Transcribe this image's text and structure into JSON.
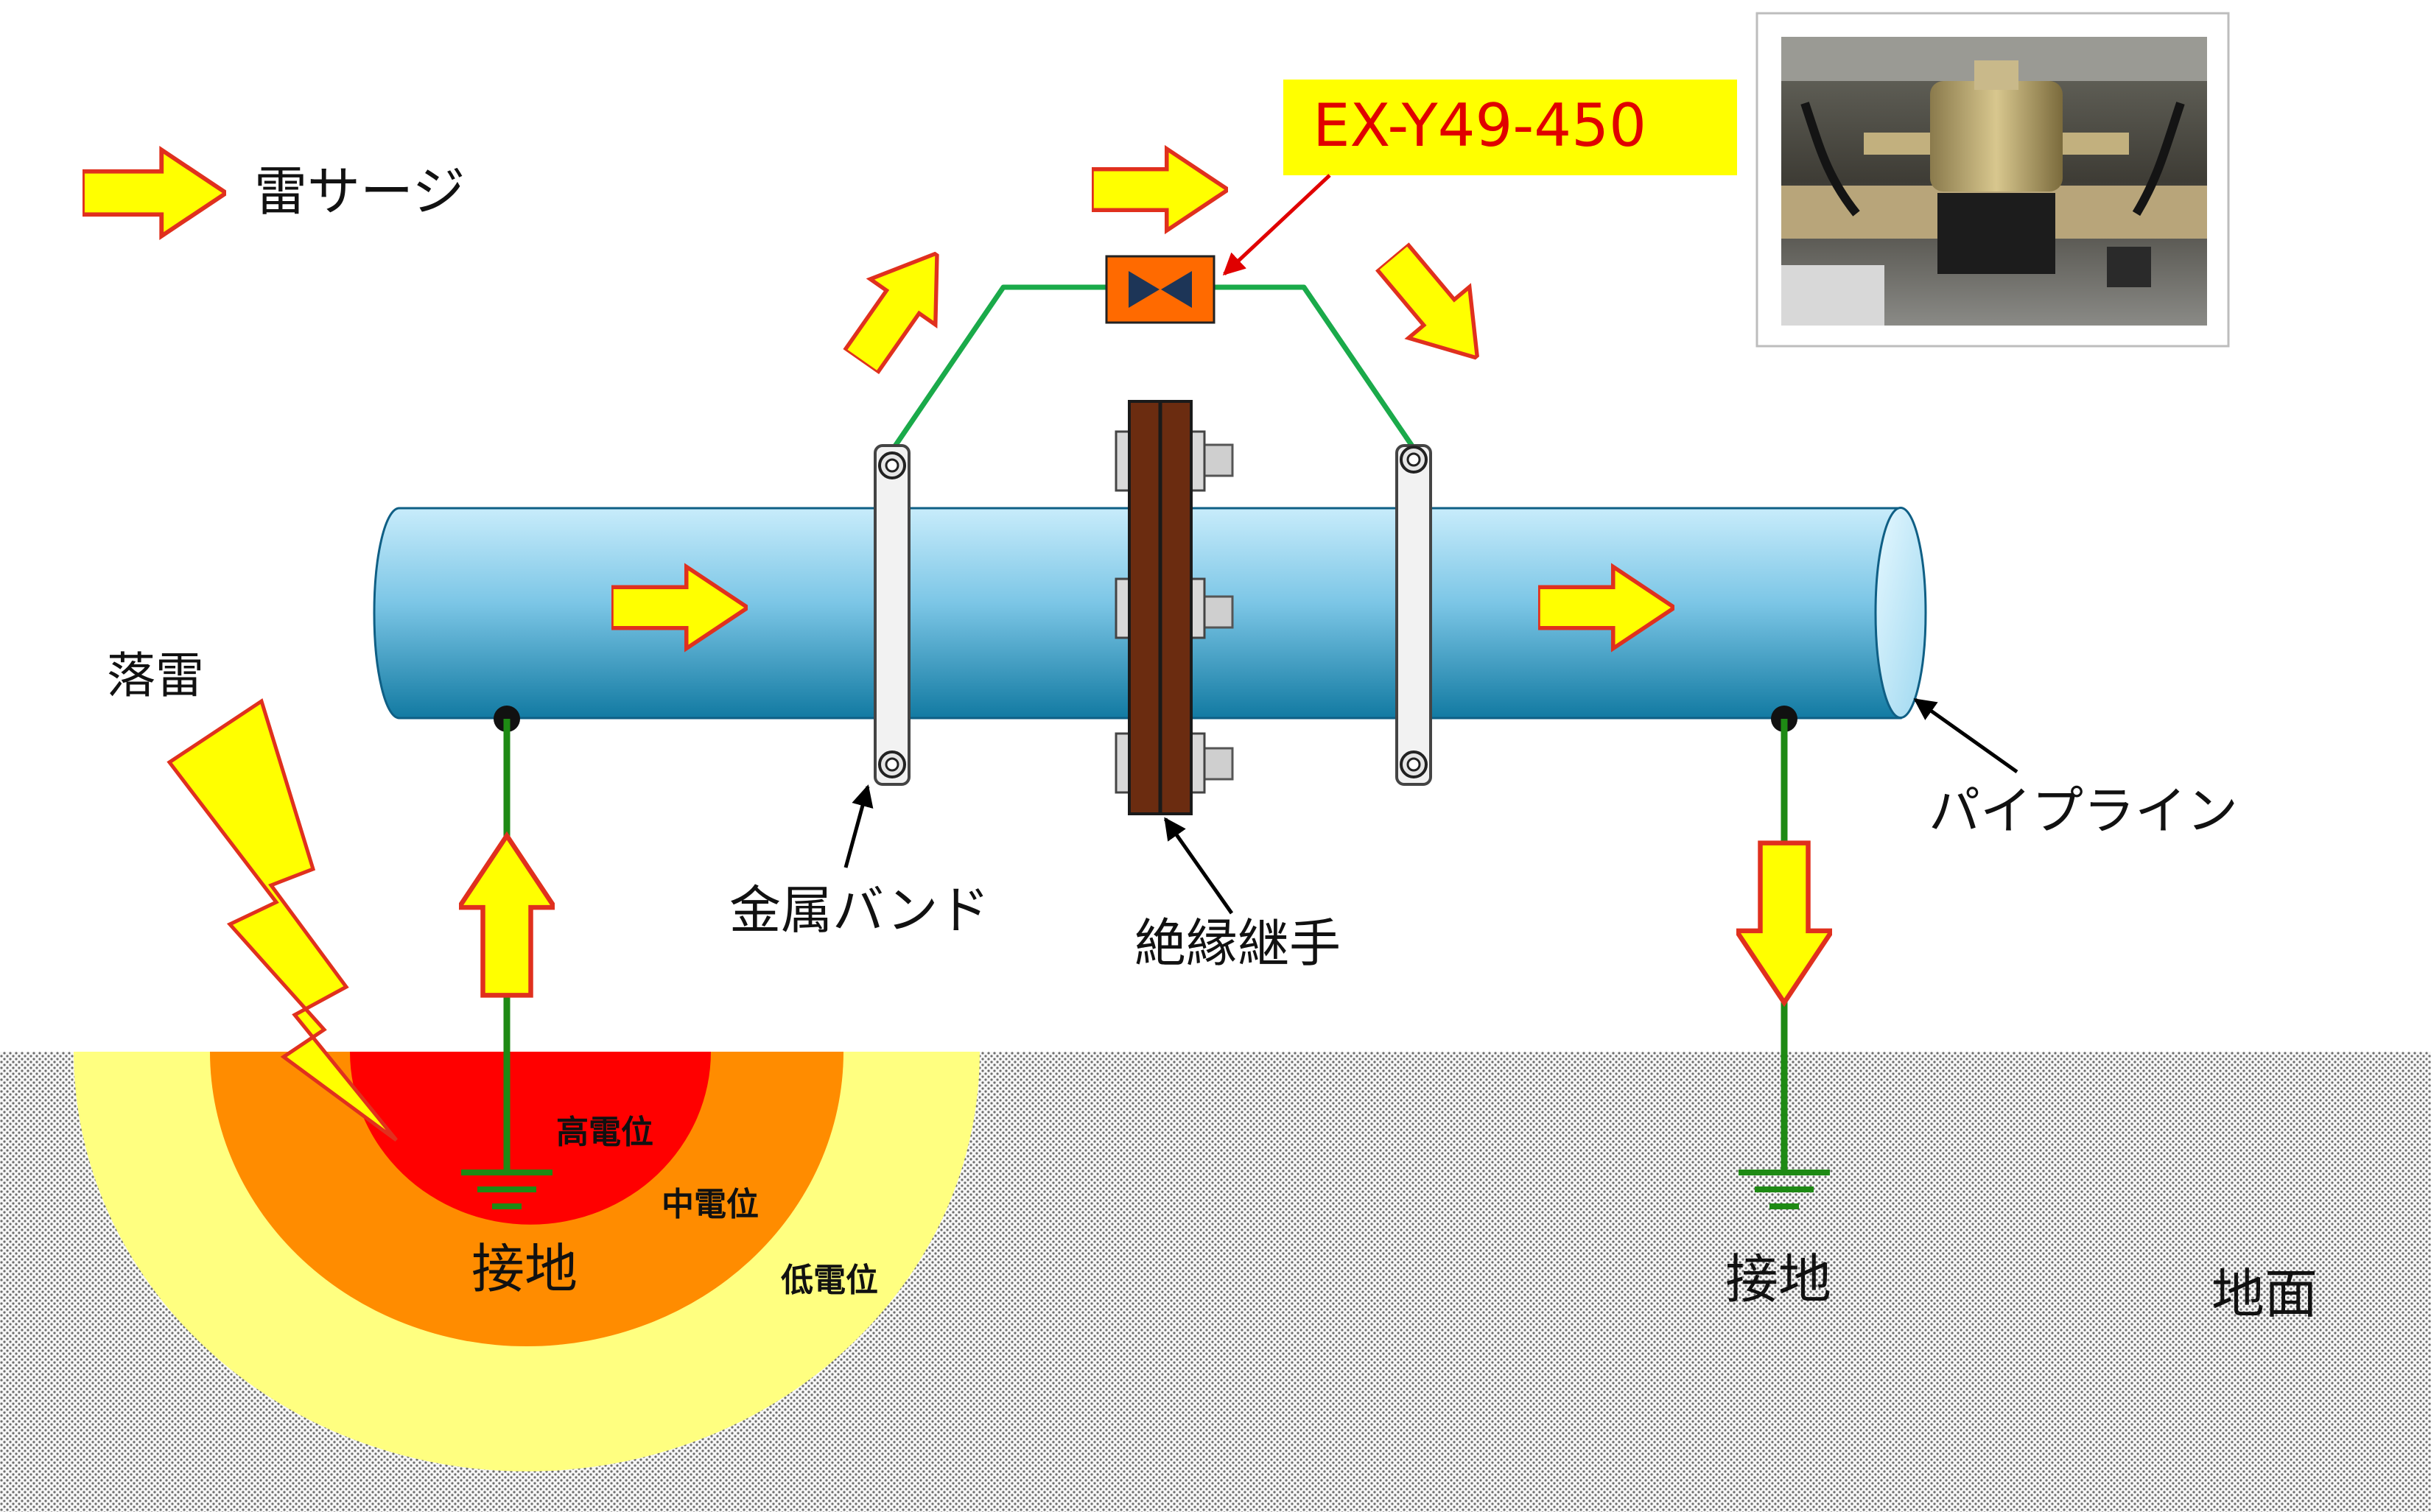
{
  "legend": {
    "surge_label": "雷サージ"
  },
  "labels": {
    "lightning": "落雷",
    "metal_band": "金属バンド",
    "insulating_joint": "絶縁継手",
    "pipeline": "パイプライン",
    "ground_left": "接地",
    "ground_right": "接地",
    "ground_surface": "地面"
  },
  "potential_zones": {
    "high": "高電位",
    "mid": "中電位",
    "low": "低電位"
  },
  "device": {
    "model": "EX-Y49-450"
  },
  "colors": {
    "arrow_fill": "#ffff00",
    "arrow_stroke": "#e0301e",
    "pipe_light": "#c8ecfb",
    "pipe_dark": "#127aa2",
    "wire": "#1aaa4a",
    "ground_wire": "#1e8a14",
    "zone_high": "#ff0000",
    "zone_mid": "#ff8c00",
    "zone_low": "#ffff80",
    "device_fill": "#ff6a00",
    "label_box": "#ffff00",
    "label_text": "#e00000",
    "joint": "#6b2c10"
  }
}
